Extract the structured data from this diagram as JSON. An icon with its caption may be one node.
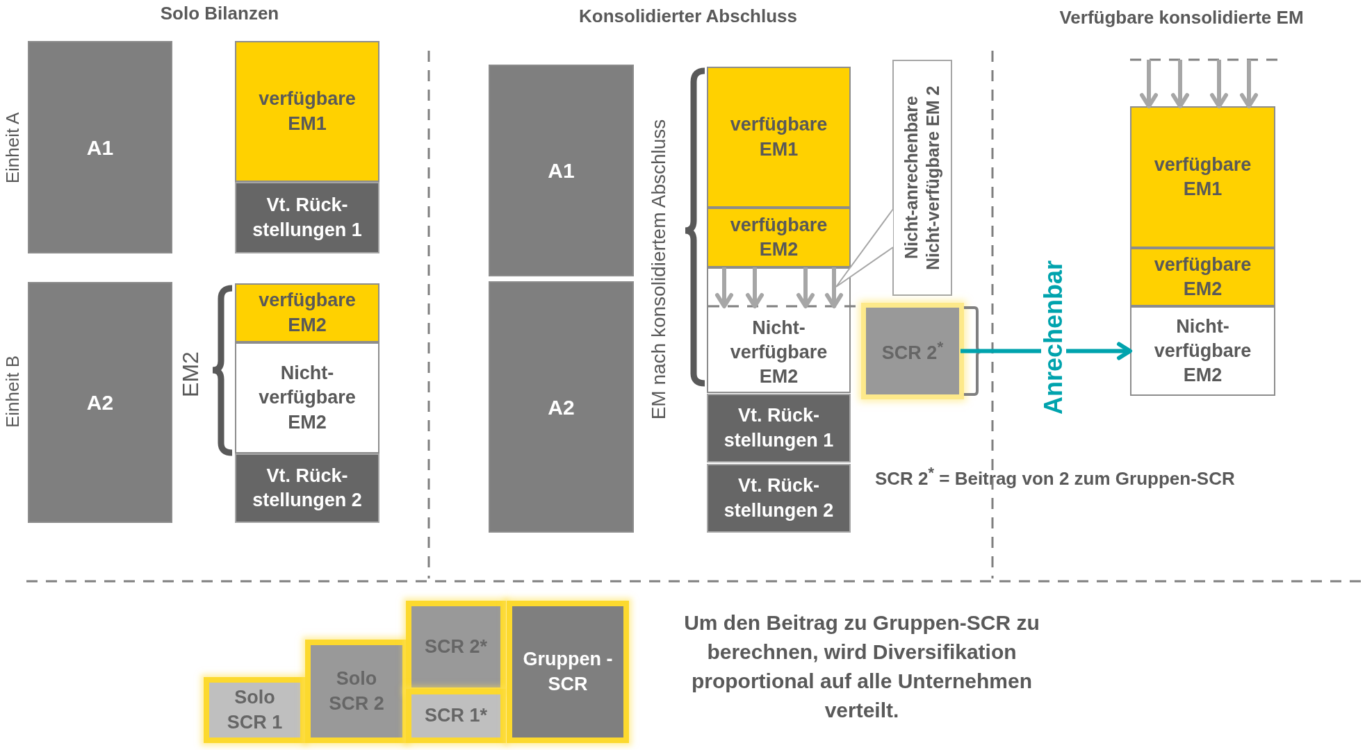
{
  "diagram": {
    "nodes": [
      {
        "text": [
          "A1"
        ]
      },
      {
        "text": [
          "verfügbare EM1"
        ]
      },
      {
        "text": [
          "Vt. Rück- stellungen 1"
        ]
      },
      {
        "text": [
          "A2"
        ]
      },
      {
        "text": [
          "verfügbare EM2"
        ]
      },
      {
        "text": [
          "Nicht- verfügbare EM2"
        ]
      },
      {
        "text": [
          "Vt. Rück- stellungen 2"
        ]
      },
      {
        "text": [
          "A1"
        ]
      },
      {
        "text": [
          "A2"
        ]
      },
      {
        "text": [
          "verfügbare EM1"
        ]
      },
      {
        "text": [
          "verfügbare EM2"
        ]
      },
      {
        "text": [
          "Nicht- verfügbare EM2"
        ]
      },
      {
        "text": [
          "Vt. Rück- stellungen 1"
        ]
      },
      {
        "text": [
          "Vt. Rück- stellungen 2"
        ]
      },
      {
        "text": [
          "Nicht-anrechenbare Nicht-verfügbare EM 2"
        ]
      },
      {
        "text": [
          "SCR 2$^{*}$"
        ]
      },
      {
        "text": [
          "verfügbare EM1"
        ]
      },
      {
        "text": [
          "verfügbare EM2"
        ]
      },
      {
        "text": [
          "Nicht- verfügbare EM2"
        ]
      },
      {
        "text": [
          "Solo SCR 1"
        ]
      },
      {
        "text": [
          "Solo SCR 2"
        ]
      },
      {
        "text": [
          "SCR 2*"
        ]
      },
      {
        "text": [
          "SCR 1*"
        ]
      },
      {
        "text": [
          "Gruppen -SCR"
        ]
      }
    ],
    "edges": [
      {
        "from": 10,
        "to": 11,
        "arrow": "to"
      },
      {
        "from": 10,
        "to": 11,
        "arrow": "to"
      },
      {
        "from": 10,
        "to": 11,
        "arrow": "to"
      },
      {
        "from": 10,
        "to": 11,
        "arrow": "to"
      },
      {
        "from": 14,
        "to": 11,
        "arrow": "none"
      },
      {
        "from": 15,
        "to": 18,
        "arrow": "to",
        "label": "Anrechenbar",
        "color": "#00a3ad"
      },
      {
        "from": null,
        "to": 16,
        "arrow": "to"
      },
      {
        "from": null,
        "to": 16,
        "arrow": "to"
      },
      {
        "from": null,
        "to": 16,
        "arrow": "to"
      },
      {
        "from": null,
        "to": 16,
        "arrow": "to"
      }
    ],
    "labels": [
      "Solo Bilanzen",
      "Konsolidierter Abschluss",
      "Verfügbare konsolidierte EM",
      "Einheit A",
      "Einheit B",
      "EM2",
      "EM nach konsolidiertem Abschluss",
      "SCR 2$^{*}$ = Beitrag von 2 zum Gruppen-SCR",
      "Um den Beitrag zu Gruppen-SCR zu berechnen, wird Diversifikation proportional auf alle Unternehmen verteilt."
    ]
  }
}
